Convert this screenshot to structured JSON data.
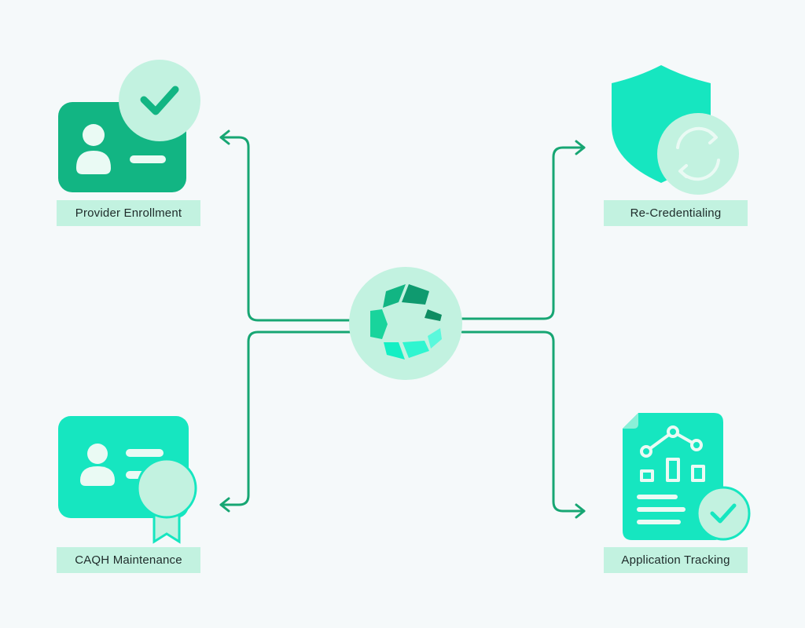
{
  "colors": {
    "background": "#f5f9fa",
    "connector": "#17a673",
    "primary_dark": "#12b583",
    "primary_bright": "#16e6c0",
    "light": "#c2f2e0",
    "label_text": "#1e2b2a"
  },
  "center": {
    "icon": "hexagon-c-logo-icon"
  },
  "nodes": {
    "provider_enrollment": {
      "label": "Provider Enrollment",
      "icon": "id-card-check-icon"
    },
    "re_credentialing": {
      "label": "Re-Credentialing",
      "icon": "shield-refresh-icon"
    },
    "caqh_maintenance": {
      "label": "CAQH Maintenance",
      "icon": "id-card-badge-icon"
    },
    "application_tracking": {
      "label": "Application Tracking",
      "icon": "report-chart-check-icon"
    }
  }
}
